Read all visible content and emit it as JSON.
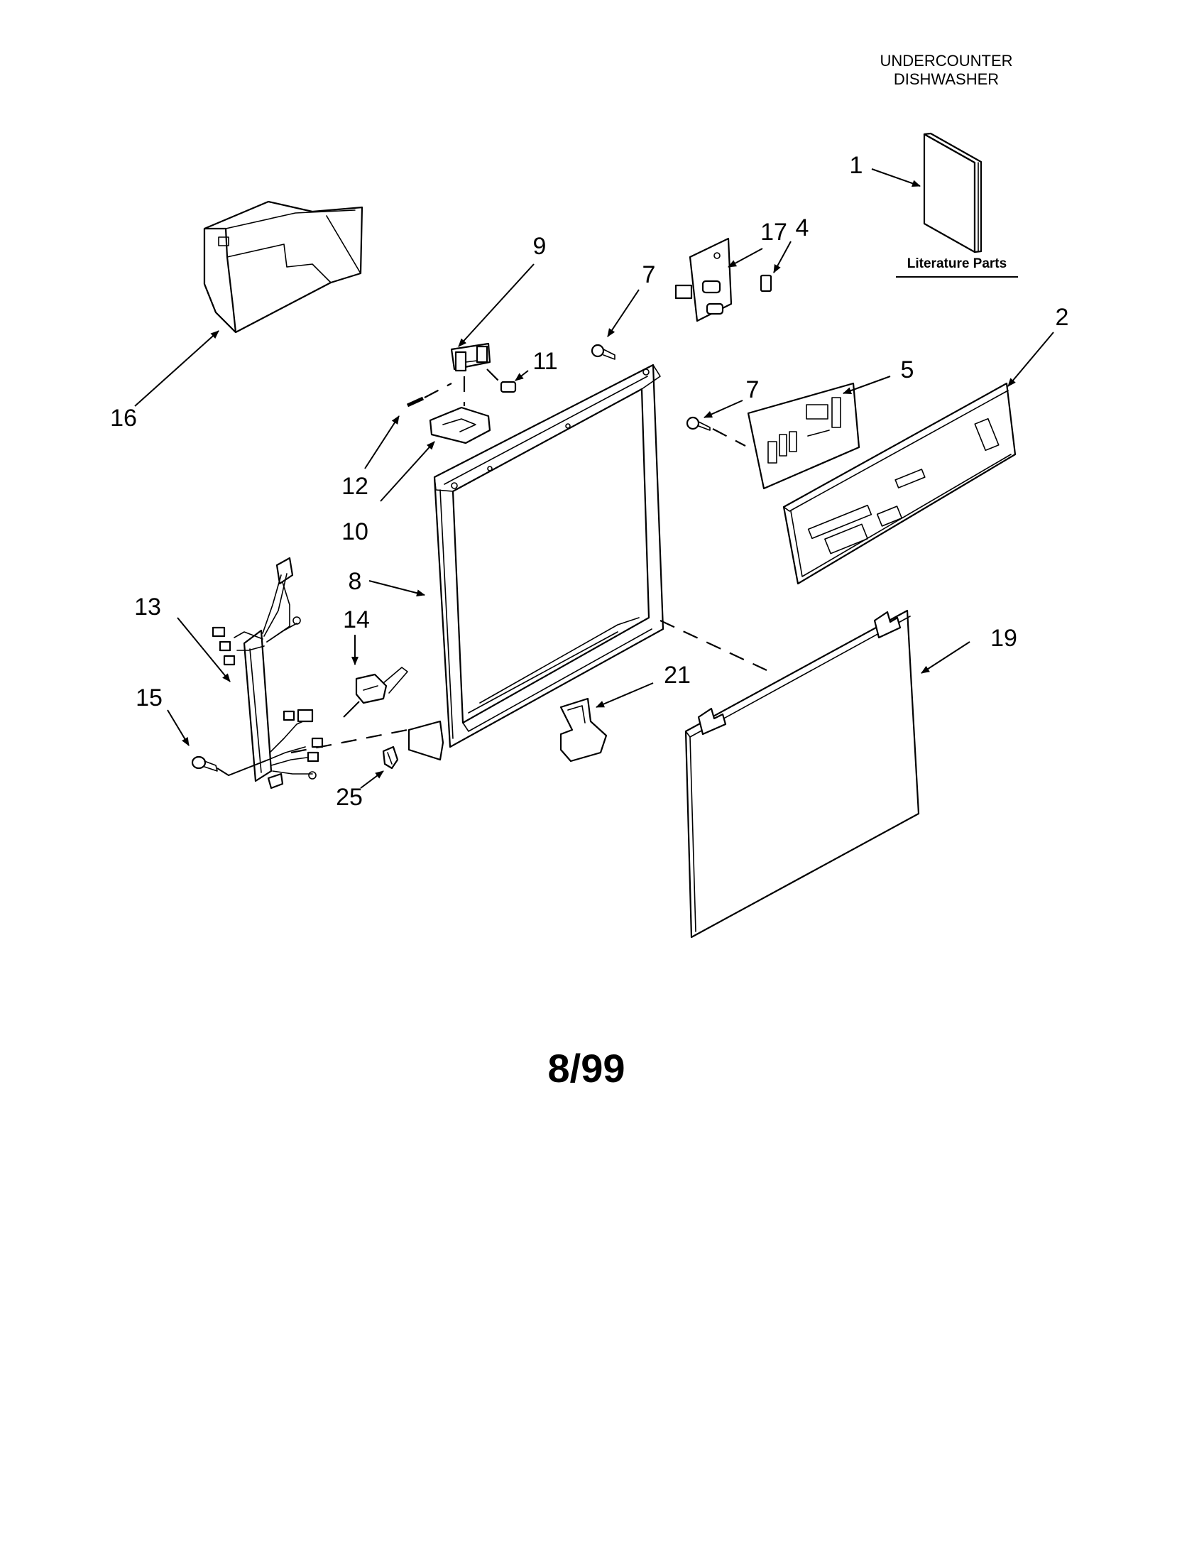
{
  "header": {
    "line1": "UNDERCOUNTER",
    "line2": "DISHWASHER"
  },
  "literature_label": "Literature Parts",
  "footer_date": "8/99",
  "callouts": {
    "c1": "1",
    "c2": "2",
    "c4": "4",
    "c5": "5",
    "c7a": "7",
    "c7b": "7",
    "c8": "8",
    "c9": "9",
    "c10": "10",
    "c11": "11",
    "c12": "12",
    "c13": "13",
    "c14": "14",
    "c15": "15",
    "c16": "16",
    "c17": "17",
    "c19": "19",
    "c21": "21",
    "c25": "25"
  }
}
